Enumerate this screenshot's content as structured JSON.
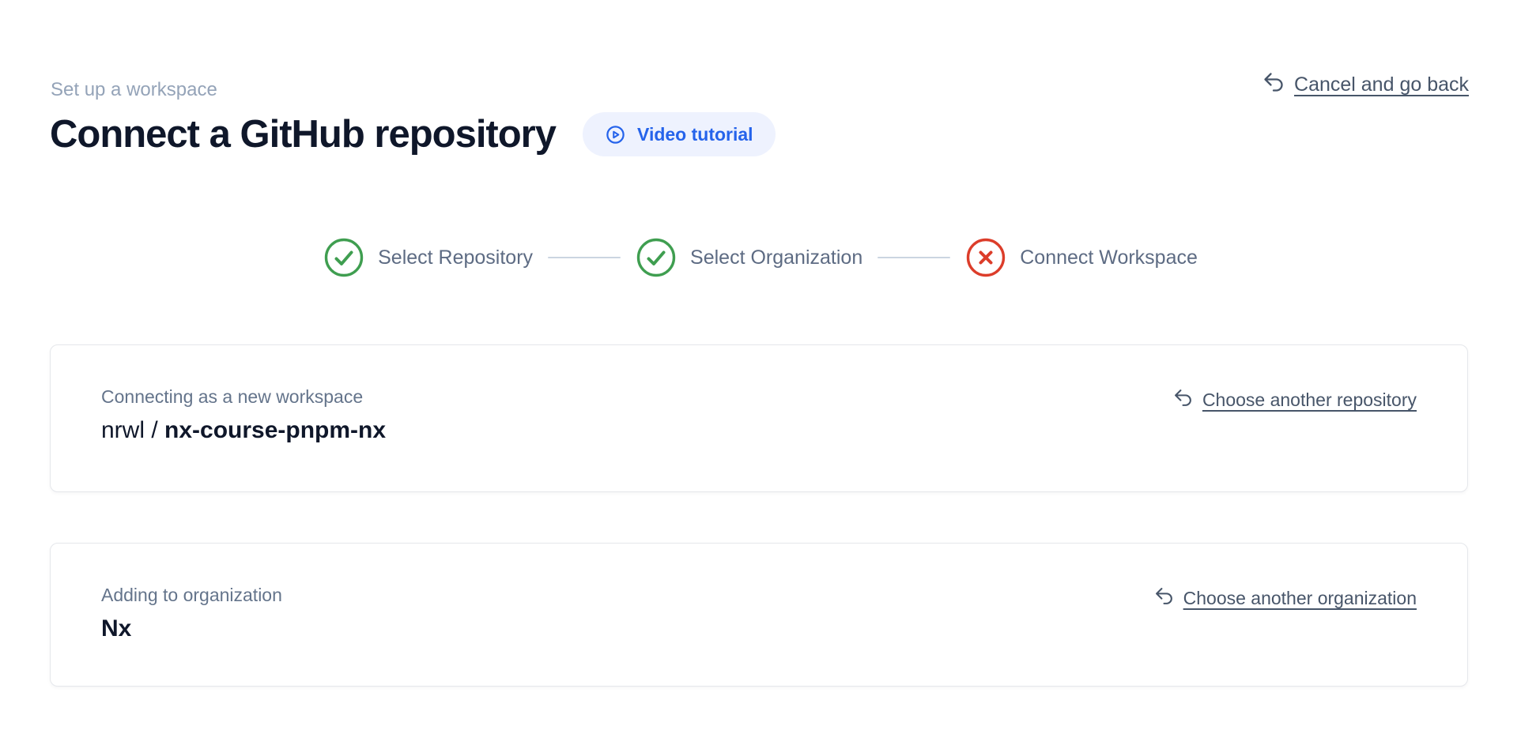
{
  "page": {
    "eyebrow": "Set up a workspace",
    "title": "Connect a GitHub repository",
    "video_tutorial_label": "Video tutorial",
    "cancel_link_label": "Cancel and go back"
  },
  "stepper": {
    "steps": [
      {
        "label": "Select Repository",
        "status": "complete",
        "icon": "check-circle-icon"
      },
      {
        "label": "Select Organization",
        "status": "complete",
        "icon": "check-circle-icon"
      },
      {
        "label": "Connect Workspace",
        "status": "error",
        "icon": "x-circle-icon"
      }
    ]
  },
  "cards": {
    "repository": {
      "label": "Connecting as a new workspace",
      "owner_prefix": "nrwl / ",
      "repo_name": "nx-course-pnpm-nx",
      "action_label": "Choose another repository"
    },
    "organization": {
      "label": "Adding to organization",
      "org_name": "Nx",
      "action_label": "Choose another organization"
    }
  },
  "icons": {
    "video_tutorial": "play-circle-icon",
    "back_links": "undo-arrow-icon",
    "step_complete": "check-circle-icon",
    "step_error": "x-circle-icon"
  },
  "colors": {
    "accent_blue": "#2563eb",
    "badge_bg": "#eef2fe",
    "step_complete_green": "#3f9e50",
    "step_error_red": "#dc3d2a",
    "link_slate": "#475569",
    "muted_label": "#64748b",
    "eyebrow_gray": "#94a3b8",
    "title_navy": "#0f172a",
    "card_border": "#e5e7eb",
    "connector_gray": "#cbd5e1"
  }
}
